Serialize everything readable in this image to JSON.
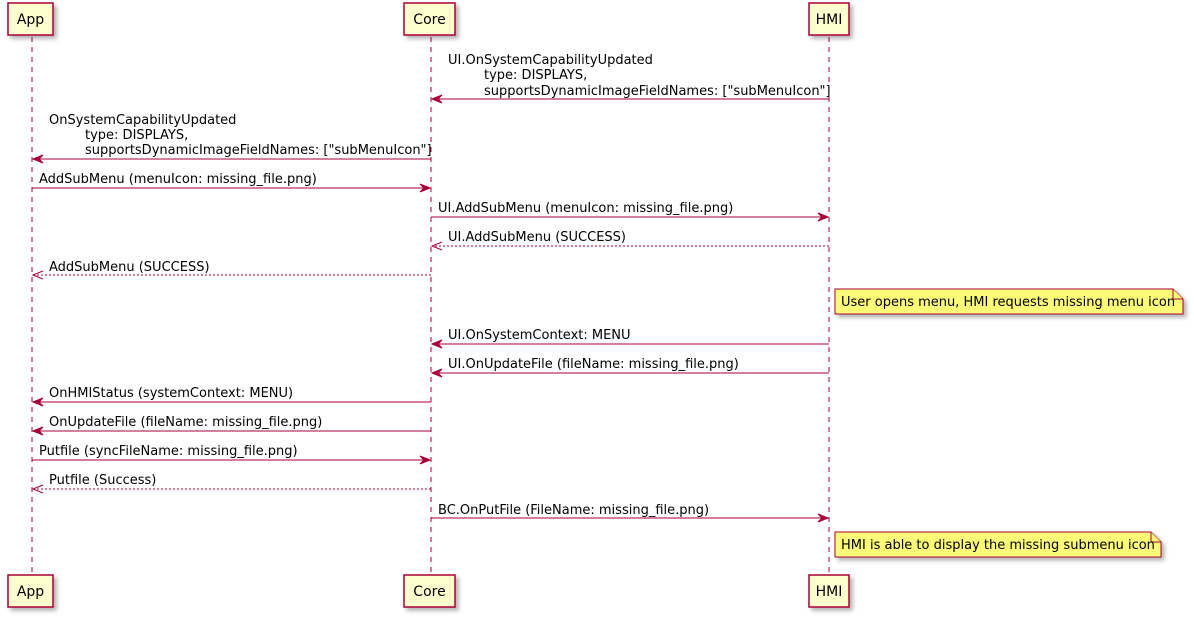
{
  "participants": [
    {
      "id": "app",
      "label": "App"
    },
    {
      "id": "core",
      "label": "Core"
    },
    {
      "id": "hmi",
      "label": "HMI"
    }
  ],
  "messages": [
    {
      "from": "hmi",
      "to": "core",
      "style": "solid",
      "lines": [
        "UI.OnSystemCapabilityUpdated",
        "type: DISPLAYS,",
        "supportsDynamicImageFieldNames: [\"subMenuIcon\"]"
      ]
    },
    {
      "from": "core",
      "to": "app",
      "style": "solid",
      "lines": [
        "OnSystemCapabilityUpdated",
        "type: DISPLAYS,",
        "supportsDynamicImageFieldNames: [\"subMenuIcon\"]"
      ]
    },
    {
      "from": "app",
      "to": "core",
      "style": "solid",
      "lines": [
        "AddSubMenu (menuIcon: missing_file.png)"
      ]
    },
    {
      "from": "core",
      "to": "hmi",
      "style": "solid",
      "lines": [
        "UI.AddSubMenu (menuIcon: missing_file.png)"
      ]
    },
    {
      "from": "hmi",
      "to": "core",
      "style": "dashed",
      "lines": [
        "UI.AddSubMenu (SUCCESS)"
      ]
    },
    {
      "from": "core",
      "to": "app",
      "style": "dashed",
      "lines": [
        "AddSubMenu (SUCCESS)"
      ]
    },
    {
      "from": "hmi",
      "to": "core",
      "style": "solid",
      "lines": [
        "UI.OnSystemContext: MENU"
      ]
    },
    {
      "from": "hmi",
      "to": "core",
      "style": "solid",
      "lines": [
        "UI.OnUpdateFile (fileName: missing_file.png)"
      ]
    },
    {
      "from": "core",
      "to": "app",
      "style": "solid",
      "lines": [
        "OnHMIStatus (systemContext: MENU)"
      ]
    },
    {
      "from": "core",
      "to": "app",
      "style": "solid",
      "lines": [
        "OnUpdateFile (fileName: missing_file.png)"
      ]
    },
    {
      "from": "app",
      "to": "core",
      "style": "solid",
      "lines": [
        "Putfile (syncFileName: missing_file.png)"
      ]
    },
    {
      "from": "core",
      "to": "app",
      "style": "dashed",
      "lines": [
        "Putfile (Success)"
      ]
    },
    {
      "from": "core",
      "to": "hmi",
      "style": "solid",
      "lines": [
        "BC.OnPutFile (FileName: missing_file.png)"
      ]
    }
  ],
  "notes": [
    {
      "over": "hmi",
      "text": "User opens menu, HMI requests missing menu icon"
    },
    {
      "over": "hmi",
      "text": "HMI is able to display the missing submenu icon"
    }
  ],
  "colors": {
    "line": "#A80036",
    "participant_fill": "#FEFECE",
    "note_fill": "#FBFB77"
  }
}
